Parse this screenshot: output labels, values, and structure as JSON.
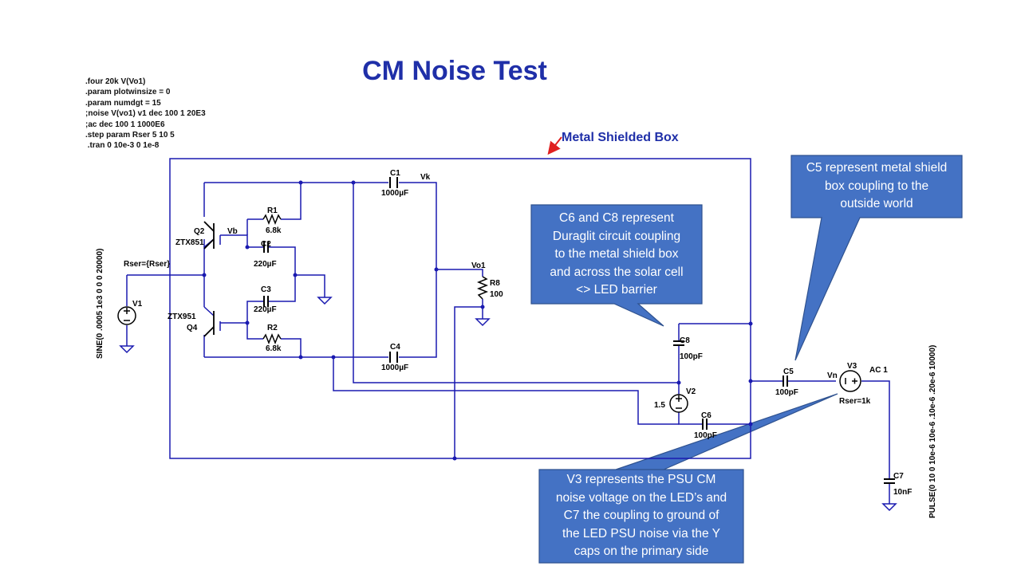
{
  "title": "CM Noise Test",
  "directives": [
    ".four 20k V(Vo1)",
    ".param plotwinsize = 0",
    ".param numdgt = 15",
    ";noise V(vo1) v1 dec 100 1 20E3",
    ";ac dec 100 1 1000E6",
    ".step param Rser 5 10 5",
    " .tran 0 10e-3 0 1e-8"
  ],
  "shield_label": "Metal Shielded Box",
  "components": {
    "q2": {
      "ref": "Q2",
      "model": "ZTX851"
    },
    "q4": {
      "ref": "Q4",
      "model": "ZTX951"
    },
    "r1": {
      "ref": "R1",
      "value": "6.8k"
    },
    "r2": {
      "ref": "R2",
      "value": "6.8k"
    },
    "r8": {
      "ref": "R8",
      "value": "100"
    },
    "c1": {
      "ref": "C1",
      "value": "1000µF"
    },
    "c2": {
      "ref": "C2",
      "value": "220µF"
    },
    "c3": {
      "ref": "C3",
      "value": "220µF"
    },
    "c4": {
      "ref": "C4",
      "value": "1000µF"
    },
    "c5": {
      "ref": "C5",
      "value": "100pF"
    },
    "c6": {
      "ref": "C6",
      "value": "100pF"
    },
    "c7": {
      "ref": "C7",
      "value": "10nF"
    },
    "c8": {
      "ref": "C8",
      "value": "100pF"
    },
    "v1": {
      "ref": "V1",
      "rser": "Rser={Rser}",
      "source": "SINE(0 .0005 1e3 0 0 0 20000)"
    },
    "v2": {
      "ref": "V2",
      "value": "1.5"
    },
    "v3": {
      "ref": "V3",
      "ac": "AC 1",
      "rser": "Rser=1k",
      "source": "PULSE(0 10 0 10e-6 10e-6 .10e-6 .20e-6 10000)"
    }
  },
  "nets": {
    "vb": "Vb",
    "vk": "Vk",
    "vo1": "Vo1",
    "vn": "Vn"
  },
  "callouts": {
    "c5": [
      "C5 represent metal shield",
      "box coupling to the",
      "outside world"
    ],
    "c6c8": [
      "C6 and C8 represent",
      "Duraglit circuit coupling",
      "to the metal shield box",
      "and across the solar cell",
      "<> LED  barrier"
    ],
    "v3": [
      "V3 represents the PSU CM",
      "noise voltage on the LED’s and",
      "C7 the coupling to ground of",
      "the LED PSU noise via the Y",
      "caps on the primary side"
    ]
  },
  "colors": {
    "wire": "#1a1ab0",
    "title": "#1f2fa8",
    "callout_fill": "#4472c4",
    "callout_border": "#2f528f",
    "arrow": "#e02020",
    "ground": "#1a1ab0"
  }
}
